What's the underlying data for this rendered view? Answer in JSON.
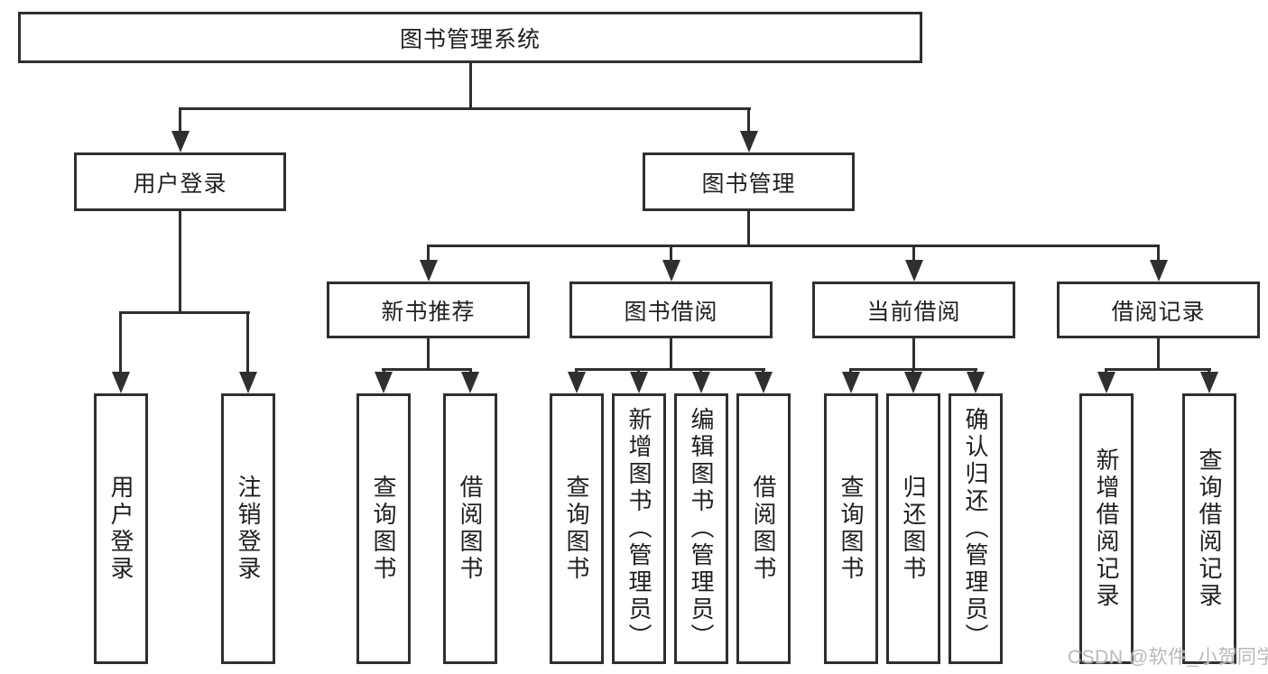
{
  "diagram": {
    "root": {
      "label": "图书管理系统",
      "children": [
        {
          "label": "用户登录",
          "children": [
            {
              "label": "用户登录"
            },
            {
              "label": "注销登录"
            }
          ]
        },
        {
          "label": "图书管理",
          "children": [
            {
              "label": "新书推荐",
              "children": [
                {
                  "label": "查询图书"
                },
                {
                  "label": "借阅图书"
                }
              ]
            },
            {
              "label": "图书借阅",
              "children": [
                {
                  "label": "查询图书"
                },
                {
                  "label": "新增图书（管理员）"
                },
                {
                  "label": "编辑图书（管理员）"
                },
                {
                  "label": "借阅图书"
                }
              ]
            },
            {
              "label": "当前借阅",
              "children": [
                {
                  "label": "查询图书"
                },
                {
                  "label": "归还图书"
                },
                {
                  "label": "确认归还（管理员）"
                }
              ]
            },
            {
              "label": "借阅记录",
              "children": [
                {
                  "label": "新增借阅记录"
                },
                {
                  "label": "查询借阅记录"
                }
              ]
            }
          ]
        }
      ]
    },
    "colors": {
      "line": "#2f2f2f",
      "text": "#1f1f1f",
      "watermark": "#b9b9b9",
      "background": "#ffffff"
    }
  },
  "watermark": {
    "label": "CSDN @软件_小贺同学"
  }
}
